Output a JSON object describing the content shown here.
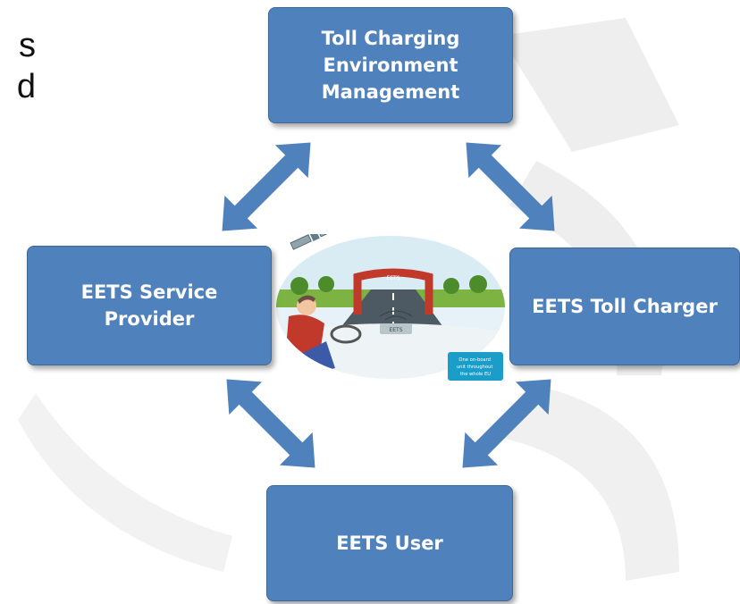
{
  "cut_text": {
    "line1": "s",
    "line2": "d"
  },
  "boxes": {
    "top": "Toll Charging Environment Management",
    "left": "EETS Service Provider",
    "right": "EETS Toll Charger",
    "bottom": "EETS User"
  },
  "illustration": {
    "road_sign": "EETS",
    "dash_unit": "EETS",
    "badge": "One on-board unit throughout the whole EU"
  },
  "colors": {
    "box_fill": "#4f81bd",
    "box_border": "#3d6896",
    "arrow": "#4f81bd",
    "text": "#ffffff"
  }
}
